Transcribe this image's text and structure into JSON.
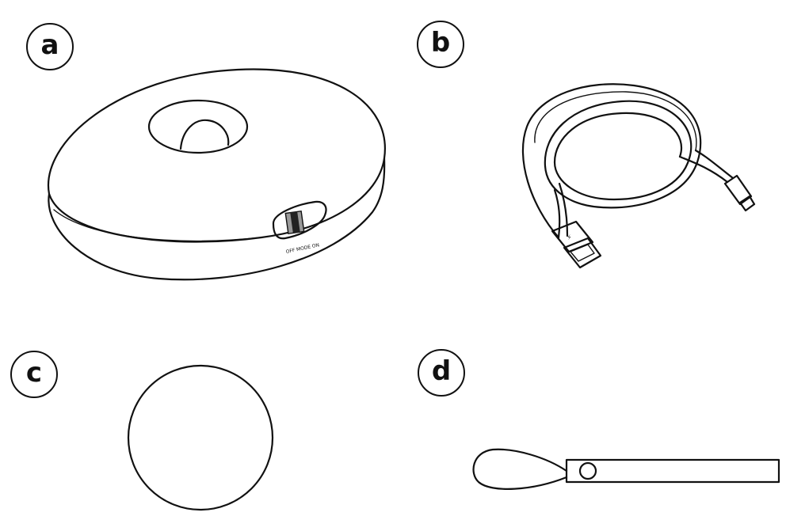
{
  "labels": {
    "a": "a",
    "b": "b",
    "c": "c",
    "d": "d"
  },
  "switch_text": "OFF MODE ON",
  "colors": {
    "line": "#111111",
    "background": "#ffffff",
    "switch_dark": "#222222",
    "switch_gray": "#9a9a9a"
  }
}
